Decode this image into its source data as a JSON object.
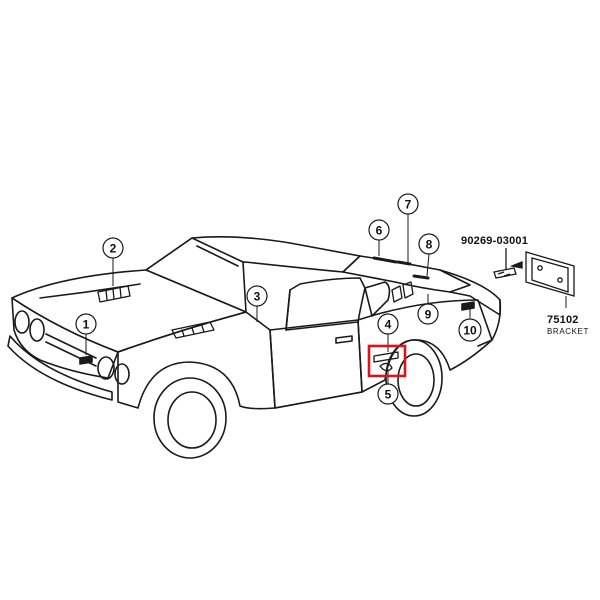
{
  "callouts": [
    {
      "id": "1",
      "label": "1"
    },
    {
      "id": "2",
      "label": "2"
    },
    {
      "id": "3",
      "label": "3"
    },
    {
      "id": "4",
      "label": "4"
    },
    {
      "id": "5",
      "label": "5"
    },
    {
      "id": "6",
      "label": "6"
    },
    {
      "id": "7",
      "label": "7"
    },
    {
      "id": "8",
      "label": "8"
    },
    {
      "id": "9",
      "label": "9"
    },
    {
      "id": "10",
      "label": "10"
    }
  ],
  "parts": {
    "screw": {
      "code": "90269-03001"
    },
    "bracket": {
      "code": "75102",
      "description": "BRACKET"
    }
  },
  "highlight": {
    "target": "4",
    "color": "#d9141c"
  },
  "colors": {
    "line": "#1a1a1a",
    "background": "#ffffff"
  }
}
